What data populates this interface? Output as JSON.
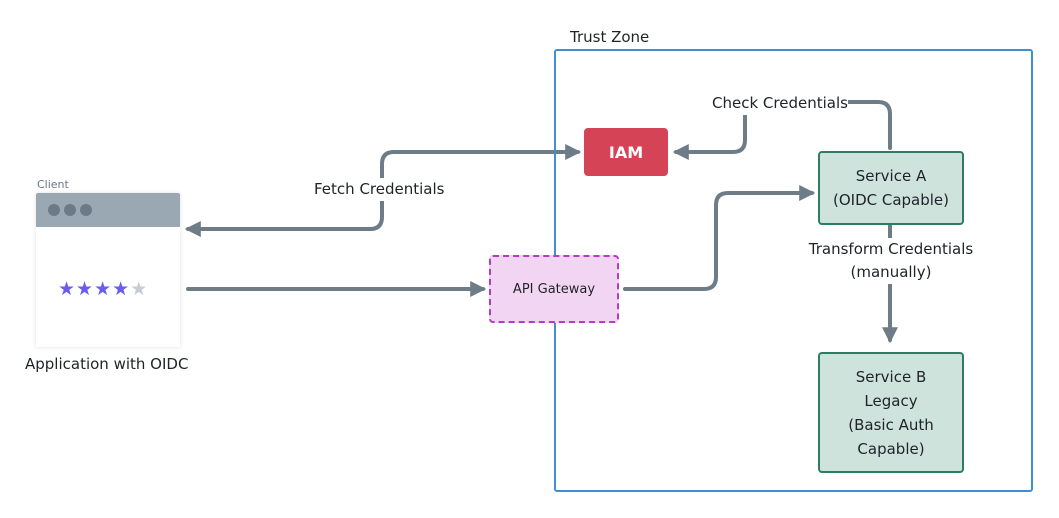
{
  "trust_zone": {
    "label": "Trust Zone"
  },
  "iam": {
    "label": "IAM"
  },
  "edges": {
    "check_credentials": "Check Credentials",
    "fetch_credentials": "Fetch Credentials",
    "transform_line1": "Transform Credentials",
    "transform_line2": "(manually)"
  },
  "service_a": {
    "line1": "Service A",
    "line2": "(OIDC Capable)"
  },
  "service_b": {
    "line1": "Service B",
    "line2": "Legacy",
    "line3": "(Basic Auth",
    "line4": "Capable)"
  },
  "gateway": {
    "label": "API Gateway"
  },
  "client": {
    "title": "Client",
    "rating": 4,
    "rating_max": 5,
    "app_label": "Application with OIDC"
  },
  "colors": {
    "arrow": "#6e7c87",
    "zone_border": "#3f8fd2",
    "iam_fill": "#d44456",
    "service_fill": "#cfe3dd",
    "service_border": "#2e7d62",
    "gateway_fill": "#f2d5f2",
    "gateway_border": "#b53bc6",
    "star_on": "#6a5cf0",
    "star_off": "#c7ccd4"
  }
}
